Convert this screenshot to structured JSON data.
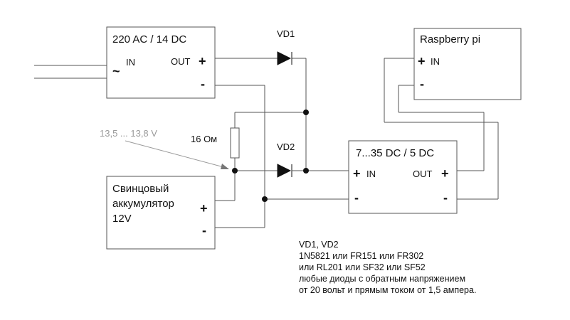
{
  "psu": {
    "title": "220 AC / 14 DC",
    "ac_symbol": "~",
    "in_label": "IN",
    "out_label": "OUT",
    "plus": "+",
    "minus": "-"
  },
  "raspberry": {
    "title": "Raspberry pi",
    "plus": "+",
    "in_label": "IN",
    "minus": "-"
  },
  "converter": {
    "title": "7...35 DC / 5 DC",
    "plus": "+",
    "in_label": "IN",
    "out_label": "OUT",
    "minus": "-",
    "minus2": "-"
  },
  "battery": {
    "line1": "Свинцовый",
    "line2": "аккумулятор",
    "line3": "12V",
    "plus": "+",
    "minus": "-"
  },
  "vd1": "VD1",
  "vd2": "VD2",
  "resistor_label": "16 Ом",
  "voltage_label": "13,5 ... 13,8 V",
  "notes": [
    "VD1, VD2",
    "1N5821 или FR151 или FR302",
    "или RL201 или SF32 или SF52",
    "любые диоды с обратным напряжением",
    "от 20 вольт и прямым током от 1,5 ампера."
  ]
}
